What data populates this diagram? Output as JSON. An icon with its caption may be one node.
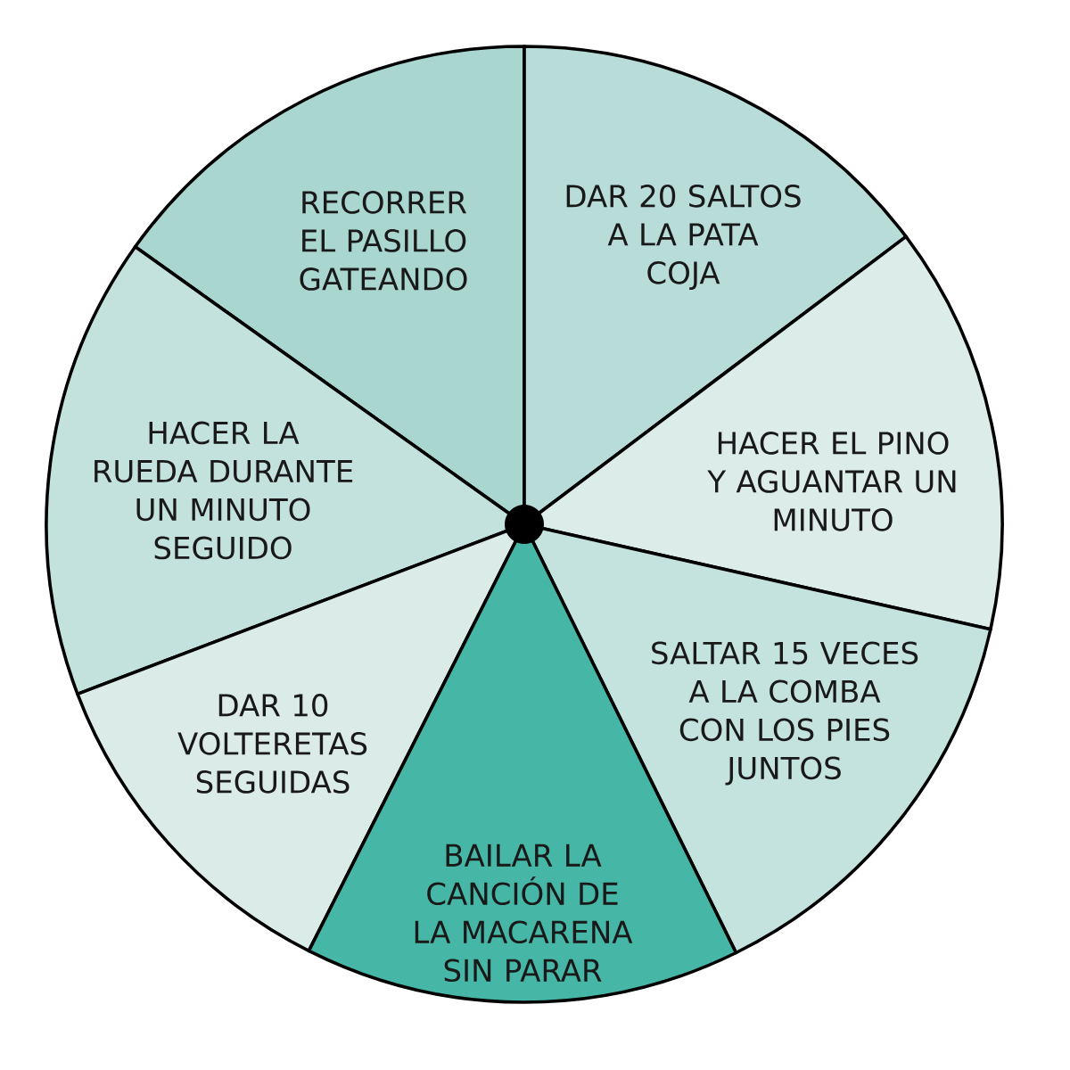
{
  "diagram": {
    "nodes": [
      {
        "text": [
          "RECORRER EL PASILLO GATEANDO"
        ]
      },
      {
        "text": [
          "DAR 20 SALTOS A LA PATA COJA"
        ]
      },
      {
        "text": [
          "HACER LA RUEDA DURANTE UN MINUTO SEGUIDO"
        ]
      },
      {
        "text": [
          "HACER EL PINO Y AGUANTAR UN MINUTO"
        ]
      },
      {
        "text": [
          "SALTAR 15 VECES A LA COMBA CON LOS PIES JUNTOS"
        ]
      },
      {
        "text": [
          "DAR 10 VOLTERETAS SEGUIDAS"
        ]
      },
      {
        "text": [
          "BAILAR LA CANCIÓN DE LA MACARENA SIN PARAR"
        ]
      }
    ]
  }
}
